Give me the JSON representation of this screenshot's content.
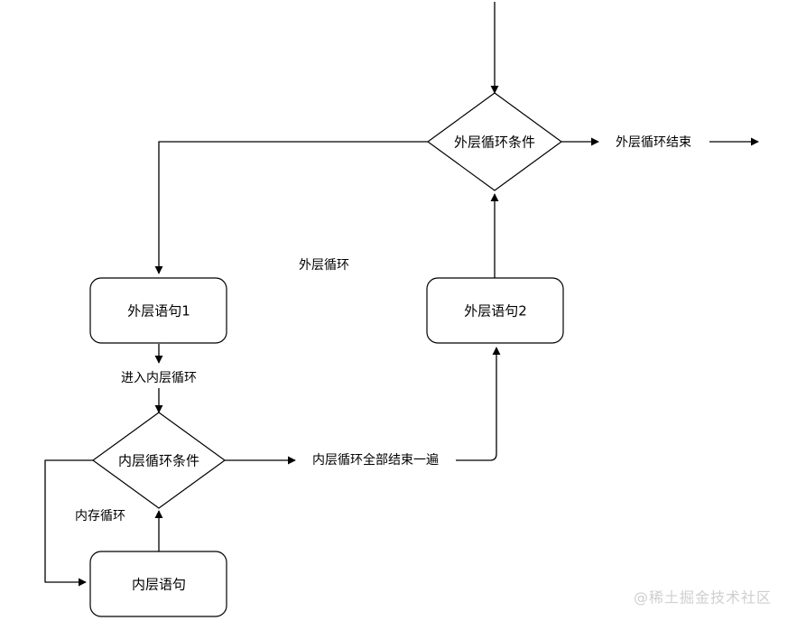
{
  "diagram": {
    "type": "flowchart",
    "title": "",
    "background_color": "#ffffff",
    "line_color": "#000000",
    "text_color": "#000000",
    "watermark": {
      "label": "@稀土掘金技术社区",
      "color": "#cfcfcf"
    },
    "nodes": [
      {
        "id": "outer-condition",
        "shape": "diamond",
        "label": "外层循环条件"
      },
      {
        "id": "outer-statement-1",
        "shape": "rounded-rectangle",
        "label": "外层语句1"
      },
      {
        "id": "outer-statement-2",
        "shape": "rounded-rectangle",
        "label": "外层语句2"
      },
      {
        "id": "inner-condition",
        "shape": "diamond",
        "label": "内层循环条件"
      },
      {
        "id": "inner-statement",
        "shape": "rounded-rectangle",
        "label": "内层语句"
      }
    ],
    "edge_labels": [
      {
        "id": "outer-loop-end",
        "label": "外层循环结束"
      },
      {
        "id": "enter-inner-loop",
        "label": "进入内层循环"
      },
      {
        "id": "inner-loop-all-done",
        "label": "内层循环全部结束一遍"
      }
    ],
    "region_labels": [
      {
        "id": "outer-loop-region",
        "label": "外层循环"
      },
      {
        "id": "inner-loop-region",
        "label": "内存循环"
      }
    ]
  }
}
